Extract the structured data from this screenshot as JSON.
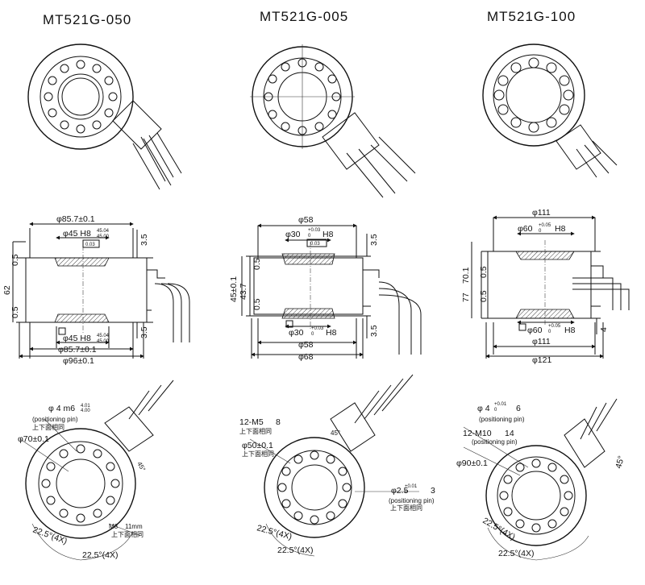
{
  "titles": [
    "MT521G-050",
    "MT521G-005",
    "MT521G-100"
  ],
  "col1": {
    "phi_outer_top": "φ85.7±0.1",
    "phi_bore_top": "φ45 H8",
    "tol_top_up": "45.04",
    "tol_top_dn": "45.00",
    "box_top": "0.03",
    "dim_35_top": "3.5",
    "dim_05_a": "0.5",
    "dim_62": "62",
    "dim_05_b": "0.5",
    "dim_35_bot": "3.5",
    "phi_bore_bot": "φ45 H8",
    "tol_bot_up": "45.04",
    "tol_bot_dn": "45.00",
    "phi_outer_bot": "φ85.7±0.1",
    "phi_96": "φ96±0.1",
    "pin_label": "φ 4 m6",
    "pin_tol_up": "4.01",
    "pin_tol_dn": "4.00",
    "positioning_pin": "(positioning pin)",
    "same_face": "上下面相同",
    "phi_70": "φ70±0.1",
    "angle_45": "45°",
    "thread": "M8",
    "thread_depth": "11mm",
    "same_face_2": "上下面相同",
    "angle_a": "22.5°(4X)",
    "angle_b": "22.5°(4X)"
  },
  "col2": {
    "phi_58_top": "φ58",
    "phi_30_top": "φ30",
    "tol_top_up": "+0.03",
    "tol_top_dn": "0",
    "fit_top": "H8",
    "box_top": "0.03",
    "dim_35_top": "3.5",
    "dim_45": "45±0.1",
    "dim_437": "43.7",
    "dim_05_a": "0.5",
    "dim_05_b": "0.5",
    "dim_35_bot": "3.5",
    "phi_30_bot": "φ30",
    "tol_bot_up": "+0.03",
    "tol_bot_dn": "0",
    "fit_bot": "H8",
    "phi_58_bot": "φ58",
    "phi_68": "φ68",
    "thread": "12-M5",
    "thread_depth": "8",
    "same_face": "上下面相同",
    "phi_50": "φ50±0.1",
    "same_face_2": "上下面相同",
    "angle_45": "45°",
    "pin_label": "φ2.5",
    "pin_tol_up": "+0.01",
    "pin_tol_dn": "0",
    "pin_depth": "3",
    "positioning_pin": "(positioning pin)",
    "same_face_3": "上下面相同",
    "angle_a": "22.5°(4X)",
    "angle_b": "22.5°(4X)"
  },
  "col3": {
    "phi_111_top": "φ111",
    "phi_60_top": "φ60",
    "tol_top_up": "+0.05",
    "tol_top_dn": "0",
    "fit_top": "H8",
    "dim_77": "77",
    "dim_701": "70.1",
    "dim_05_a": "0.5",
    "dim_05_b": "0.5",
    "dim_4": "4",
    "phi_60_bot": "φ60",
    "tol_bot_up": "+0.05",
    "tol_bot_dn": "0",
    "fit_bot": "H8",
    "phi_111_bot": "φ111",
    "phi_121": "φ121",
    "pin_label": "φ 4",
    "pin_tol_up": "+0.01",
    "pin_tol_dn": "0",
    "pin_depth": "6",
    "positioning_pin": "(positioning pin)",
    "thread": "12-M10",
    "thread_depth": "14",
    "positioning_pin_2": "(positioning pin)",
    "phi_90": "φ90±0.1",
    "angle_45": "45°",
    "angle_a": "22.5°(4X)",
    "angle_b": "22.5°(4X)"
  }
}
